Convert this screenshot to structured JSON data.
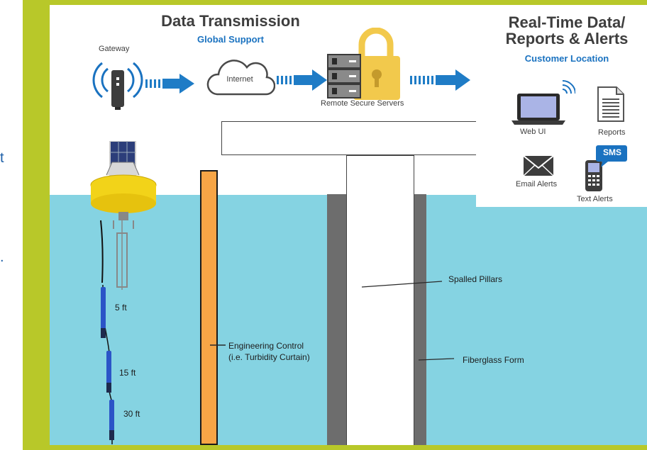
{
  "left_fragments": [
    "t",
    "."
  ],
  "header": {
    "left_title": "Data Transmission",
    "left_subtitle": "Global Support",
    "right_title_line1": "Real-Time Data/",
    "right_title_line2": "Reports & Alerts",
    "right_subtitle": "Customer Location"
  },
  "flow": {
    "gateway": "Gateway",
    "internet": "Internet",
    "servers": "Remote Secure Servers"
  },
  "outputs": {
    "web_ui": "Web UI",
    "reports": "Reports",
    "email_alerts": "Email Alerts",
    "sms": "SMS",
    "text_alerts": "Text Alerts"
  },
  "depths": [
    "5 ft",
    "15 ft",
    "30 ft"
  ],
  "annotations": {
    "engineering_control_line1": "Engineering Control",
    "engineering_control_line2": "(i.e. Turbidity Curtain)",
    "spalled_pillars": "Spalled Pillars",
    "fiberglass_form": "Fiberglass Form"
  },
  "colors": {
    "frame": "#b8c829",
    "water": "#85d3e2",
    "accent_blue": "#1a72c0",
    "arrow_blue": "#1f7cc6",
    "curtain_orange": "#f7a546",
    "form_gray": "#6d6d6d",
    "buoy_yellow": "#f2d319",
    "lock_yellow": "#f2c94c"
  }
}
